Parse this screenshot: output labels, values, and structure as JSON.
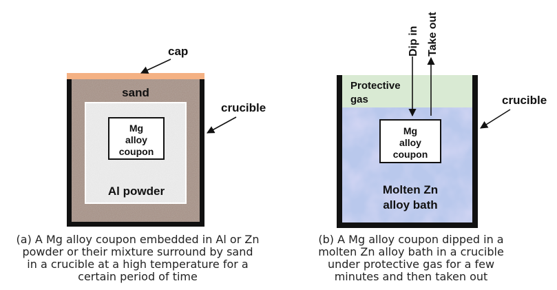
{
  "panel_a": {
    "cap_label": "cap",
    "sand_label": "sand",
    "crucible_label": "crucible",
    "coupon_lines": [
      "Mg",
      "alloy",
      "coupon"
    ],
    "powder_label": "Al powder",
    "caption_lines": [
      "(a) A Mg alloy coupon embedded in Al or Zn",
      "powder or their mixture surround by  sand",
      "in a crucible at a high temperature for a",
      "certain period of time"
    ]
  },
  "panel_b": {
    "gas_lines": [
      "Protective",
      "gas"
    ],
    "crucible_label": "crucible",
    "dip_label": "Dip in",
    "takeout_label": "Take out",
    "coupon_lines": [
      "Mg",
      "alloy",
      "coupon"
    ],
    "bath_lines": [
      "Molten Zn",
      "alloy bath"
    ],
    "caption_lines": [
      "(b) A Mg alloy coupon dipped in a",
      "molten Zn alloy bath in a crucible",
      "under protective gas for a few",
      "minutes and then taken out"
    ]
  },
  "colors": {
    "crucible": "#111111",
    "cap": "#f4b183",
    "sand": "#a8948a",
    "powder": "#ececec",
    "gas": "#d9ead3",
    "bath": "#b9c8ec"
  }
}
